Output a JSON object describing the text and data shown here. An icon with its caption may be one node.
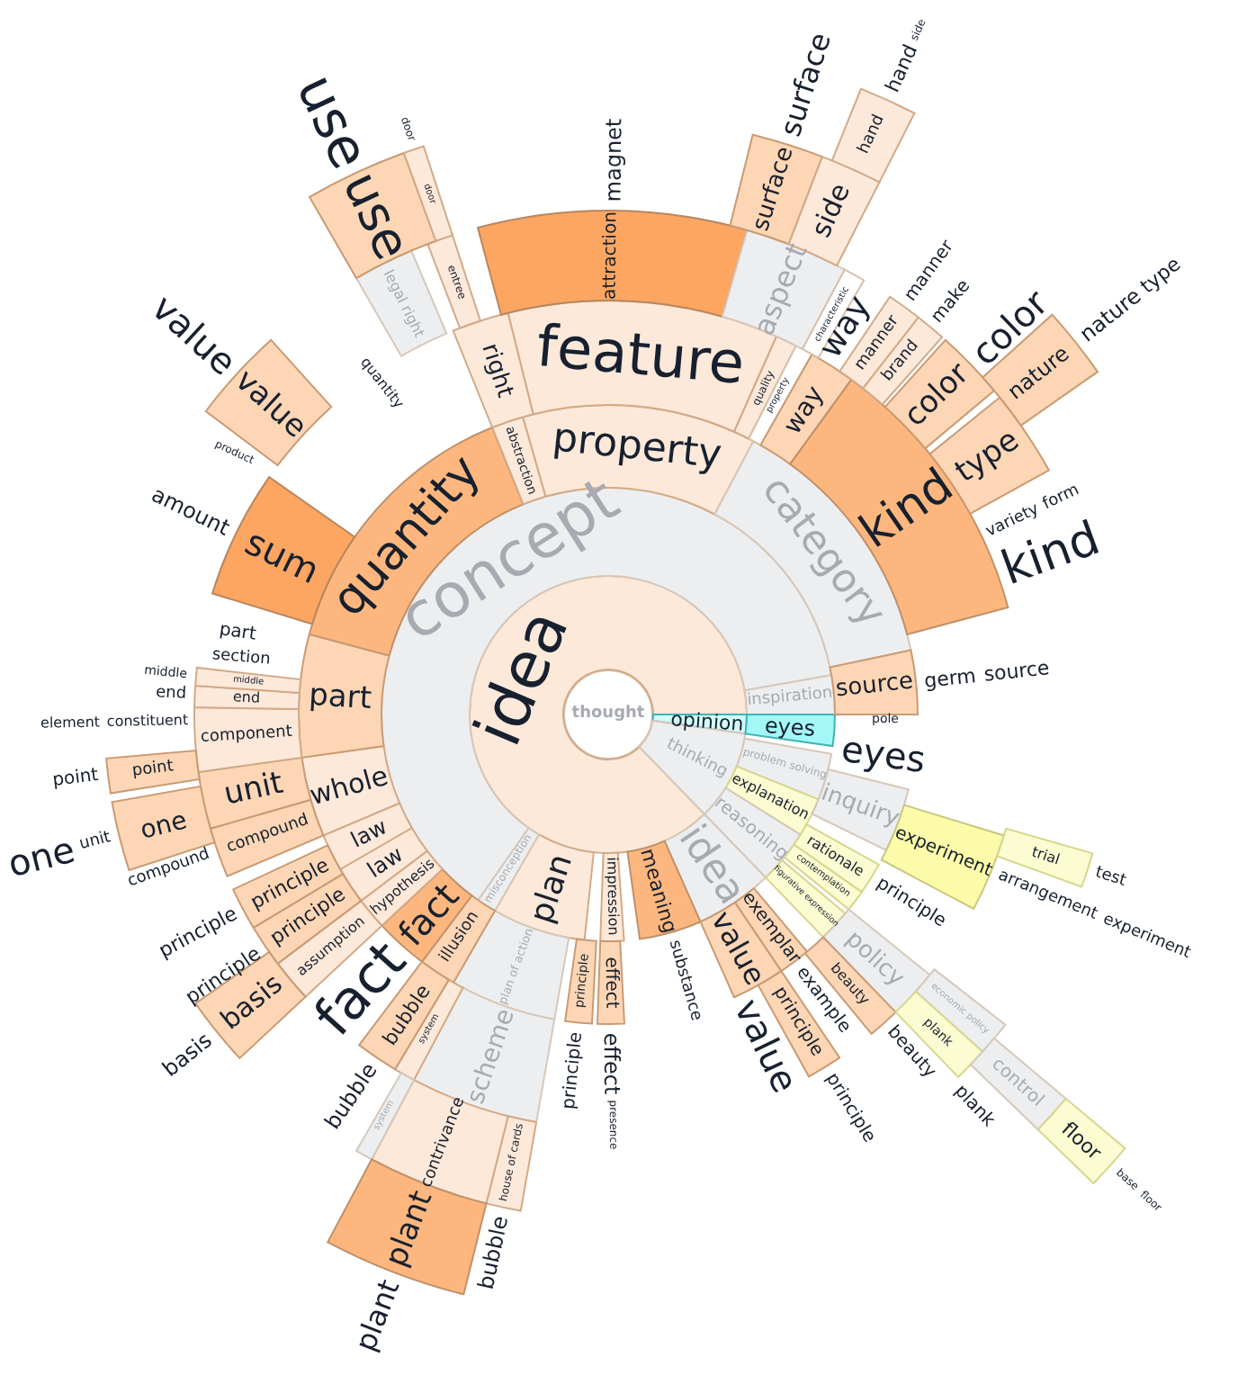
{
  "diagram": {
    "nodes": [
      {
        "text": [
          "thought"
        ]
      },
      {
        "text": [
          "idea"
        ]
      },
      {
        "text": [
          "opinion"
        ]
      },
      {
        "text": [
          "thinking"
        ]
      },
      {
        "text": [
          "concept"
        ]
      },
      {
        "text": [
          "inspiration"
        ]
      },
      {
        "text": [
          "eyes"
        ],
        "beside": [
          "eyes"
        ]
      },
      {
        "text": [
          "problem solving"
        ]
      },
      {
        "text": [
          "explanation"
        ]
      },
      {
        "text": [
          "reasoning"
        ]
      },
      {
        "text": [
          "idea"
        ]
      },
      {
        "text": [
          "meaning"
        ],
        "beside": [
          "substance"
        ]
      },
      {
        "text": [
          "impression"
        ]
      },
      {
        "text": [
          "plan"
        ]
      },
      {
        "text": [
          "misconception"
        ]
      },
      {
        "text": [
          "quantity"
        ]
      },
      {
        "text": [
          "abstraction"
        ]
      },
      {
        "text": [
          "property"
        ]
      },
      {
        "text": [
          "category"
        ]
      },
      {
        "text": [
          "source"
        ],
        "beside": [
          "germ",
          "source"
        ]
      },
      {
        "text": [
          "inquiry"
        ]
      },
      {
        "text": [
          "rationale"
        ],
        "beside": [
          "principle"
        ]
      },
      {
        "text": [
          "contemplation"
        ]
      },
      {
        "text": [
          "figurative expression"
        ]
      },
      {
        "text": [
          "exemplar"
        ],
        "beside": [
          "example"
        ]
      },
      {
        "text": [
          "value"
        ],
        "beside": [
          "value"
        ]
      },
      {
        "text": [
          "effect"
        ],
        "beside": [
          "effect",
          "presence"
        ]
      },
      {
        "text": [
          "principle"
        ],
        "beside": [
          "principle"
        ]
      },
      {
        "text": [
          "plan of action"
        ]
      },
      {
        "text": [
          "illusion"
        ]
      },
      {
        "text": [
          "fact"
        ],
        "beside": [
          "fact"
        ]
      },
      {
        "text": [
          "hypothesis"
        ]
      },
      {
        "text": [
          "law"
        ]
      },
      {
        "text": [
          "law"
        ]
      },
      {
        "text": [
          "whole"
        ]
      },
      {
        "text": [
          "part"
        ]
      },
      {
        "text": [
          "sum"
        ],
        "beside": [
          "amount"
        ]
      },
      {
        "text": [
          "right"
        ]
      },
      {
        "text": [
          "feature"
        ]
      },
      {
        "text": [
          "quality"
        ]
      },
      {
        "text": [
          "property"
        ]
      },
      {
        "text": [
          "way"
        ],
        "beside": [
          "way"
        ]
      },
      {
        "text": [
          "kind"
        ],
        "beside": [
          "kind"
        ]
      },
      {
        "text": [
          "experiment"
        ],
        "beside": [
          "arrangement",
          "experiment"
        ]
      },
      {
        "text": [
          "policy"
        ]
      },
      {
        "text": [
          "beauty"
        ],
        "beside": [
          "beauty"
        ]
      },
      {
        "text": [
          "principle"
        ],
        "beside": [
          "principle"
        ]
      },
      {
        "text": [
          "scheme"
        ]
      },
      {
        "text": [
          "system"
        ]
      },
      {
        "text": [
          "bubble"
        ],
        "beside": [
          "bubble"
        ]
      },
      {
        "text": [
          "assumption"
        ]
      },
      {
        "text": [
          "principle"
        ],
        "beside": [
          "principle"
        ]
      },
      {
        "text": [
          "principle"
        ],
        "beside": [
          "principle"
        ]
      },
      {
        "text": [
          "compound"
        ],
        "beside": [
          "compound"
        ]
      },
      {
        "text": [
          "unit"
        ]
      },
      {
        "text": [
          "component"
        ],
        "beside": [
          "constituent",
          "element"
        ]
      },
      {
        "text": [
          "end"
        ],
        "beside": [
          "end"
        ]
      },
      {
        "text": [
          "middle"
        ],
        "beside": [
          "middle"
        ]
      },
      {
        "text": [
          "value"
        ],
        "beside": [
          "value"
        ]
      },
      {
        "text": [
          "legal right"
        ]
      },
      {
        "text": [
          "entree"
        ]
      },
      {
        "text": [
          "attraction"
        ],
        "beside": [
          "magnet"
        ]
      },
      {
        "text": [
          "aspect"
        ]
      },
      {
        "text": [
          "characteristic"
        ]
      },
      {
        "text": [
          "manner"
        ],
        "beside": [
          "manner"
        ]
      },
      {
        "text": [
          "brand"
        ],
        "beside": [
          "make"
        ]
      },
      {
        "text": [
          "color"
        ],
        "beside": [
          "color"
        ]
      },
      {
        "text": [
          "type"
        ],
        "beside": [
          "variety",
          "form"
        ]
      },
      {
        "text": [
          "trial"
        ],
        "beside": [
          "test"
        ]
      },
      {
        "text": [
          "economic policy"
        ]
      },
      {
        "text": [
          "plank"
        ]
      },
      {
        "text": [
          "house of cards"
        ],
        "beside": [
          "bubble"
        ]
      },
      {
        "text": [
          "contrivance"
        ]
      },
      {
        "text": [
          "system"
        ]
      },
      {
        "text": [
          "basis"
        ],
        "beside": [
          "basis"
        ]
      },
      {
        "text": [
          "one"
        ],
        "beside": [
          "unit",
          "one"
        ]
      },
      {
        "text": [
          "point"
        ],
        "beside": [
          "point"
        ]
      },
      {
        "text": [
          "use"
        ],
        "beside": [
          "use"
        ]
      },
      {
        "text": [
          "door"
        ],
        "beside": [
          "door"
        ]
      },
      {
        "text": [
          "surface"
        ],
        "beside": [
          "surface"
        ]
      },
      {
        "text": [
          "side"
        ]
      },
      {
        "text": [
          "nature"
        ],
        "beside": [
          "nature",
          "type"
        ]
      },
      {
        "text": [
          "control"
        ],
        "beside": [
          "plank"
        ]
      },
      {
        "text": [
          "plant"
        ],
        "beside": [
          "plant"
        ]
      },
      {
        "text": [
          "hand"
        ],
        "beside": [
          "hand",
          "side"
        ]
      },
      {
        "text": [
          "floor"
        ],
        "beside": [
          "base",
          "floor"
        ]
      }
    ],
    "labels": [
      "quantity",
      "product",
      "part",
      "section",
      "pole"
    ]
  }
}
